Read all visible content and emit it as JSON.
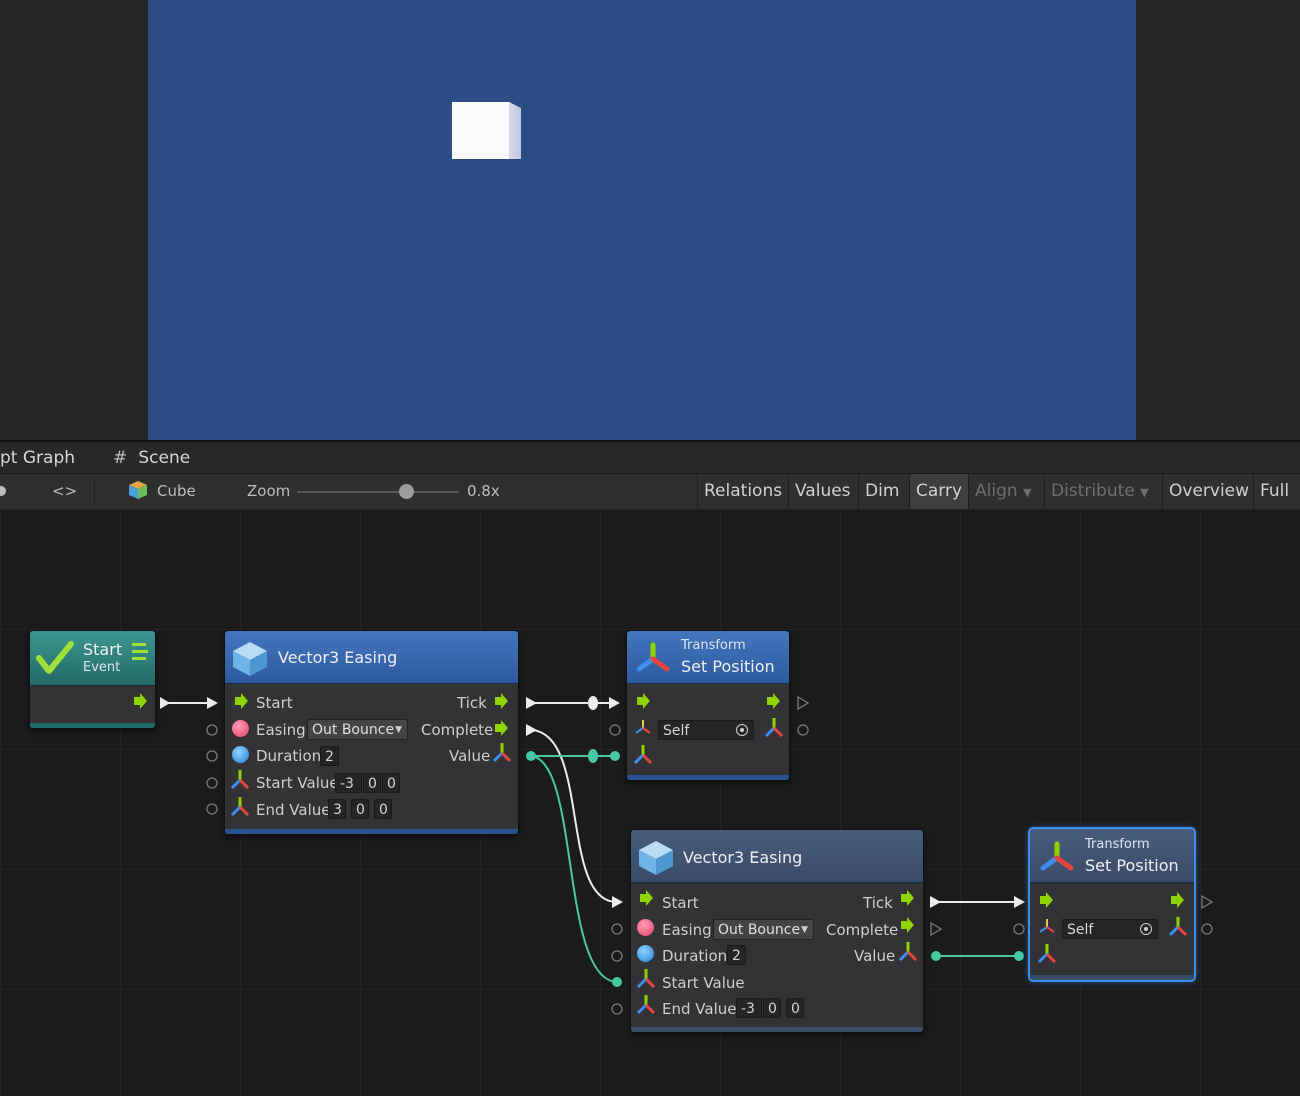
{
  "tabs": {
    "graph": "pt Graph",
    "scene": "Scene"
  },
  "toolbar": {
    "code_toggle": "<>",
    "object": "Cube",
    "zoom_label": "Zoom",
    "zoom_value": "0.8x",
    "zoom_level": 0.8,
    "buttons": [
      "Relations",
      "Values",
      "Dim",
      "Carry",
      "Align",
      "Distribute",
      "Overview",
      "Full S"
    ]
  },
  "start_node": {
    "title": "Start",
    "subtitle": "Event"
  },
  "easing1": {
    "title": "Vector3 Easing",
    "start": "Start",
    "tick": "Tick",
    "easing": "Easing",
    "easing_value": "Out Bounce",
    "complete": "Complete",
    "duration": "Duration",
    "duration_value": "2",
    "value": "Value",
    "start_value": "Start Value",
    "start_x": "-3",
    "start_y": "0",
    "start_z": "0",
    "end_value": "End Value",
    "end_x": "3",
    "end_y": "0",
    "end_z": "0"
  },
  "setpos1": {
    "title_small": "Transform",
    "title": "Set Position",
    "target": "Self"
  },
  "easing2": {
    "title": "Vector3 Easing",
    "start": "Start",
    "tick": "Tick",
    "easing": "Easing",
    "easing_value": "Out Bounce",
    "complete": "Complete",
    "duration": "Duration",
    "duration_value": "2",
    "value": "Value",
    "start_value": "Start Value",
    "end_value": "End Value",
    "end_x": "-3",
    "end_y": "0",
    "end_z": "0"
  },
  "setpos2": {
    "title_small": "Transform",
    "title": "Set Position",
    "target": "Self"
  },
  "colors": {
    "flow_arrow": "#8fd400",
    "value_line": "#46c8a0",
    "game_bg": "#2b4c85",
    "selection": "#3a8ef0"
  }
}
